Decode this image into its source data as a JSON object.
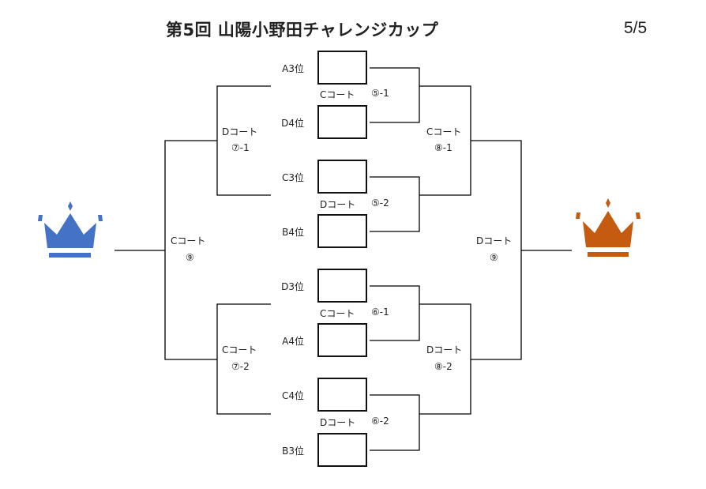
{
  "header": {
    "title": "第5回 山陽小野田チャレンジカップ",
    "page": "5/5"
  },
  "seeds": [
    "A3位",
    "D4位",
    "C3位",
    "B4位",
    "D3位",
    "A4位",
    "C4位",
    "B3位"
  ],
  "matches": {
    "m5_1": {
      "court": "Cコート",
      "num": "⑤-1"
    },
    "m5_2": {
      "court": "Dコート",
      "num": "⑤-2"
    },
    "m6_1": {
      "court": "Cコート",
      "num": "⑥-1"
    },
    "m6_2": {
      "court": "Dコート",
      "num": "⑥-2"
    },
    "m7_1": {
      "court": "Dコート",
      "num": "⑦-1"
    },
    "m7_2": {
      "court": "Cコート",
      "num": "⑦-2"
    },
    "m8_1": {
      "court": "Cコート",
      "num": "⑧-1"
    },
    "m8_2": {
      "court": "Dコート",
      "num": "⑧-2"
    },
    "m9_left": {
      "court": "Cコート",
      "num": "⑨"
    },
    "m9_right": {
      "court": "Dコート",
      "num": "⑨"
    }
  },
  "colors": {
    "left_crown": "#4472C4",
    "right_crown": "#C55A11",
    "line": "#000000"
  },
  "icons": {
    "left": "crown-icon",
    "right": "crown-icon"
  }
}
